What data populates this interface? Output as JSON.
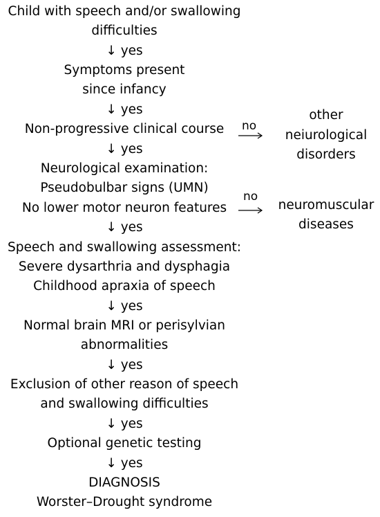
{
  "steps": [
    {
      "lines": [
        "Child with speech and/or swallowing",
        "difficulties"
      ],
      "connector": "↓ yes"
    },
    {
      "lines": [
        "Symptoms present",
        "since infancy"
      ],
      "connector": "↓ yes"
    },
    {
      "lines": [
        "Non-progressive clinical course"
      ],
      "connector": "↓ yes"
    },
    {
      "lines": [
        "Neurological examination:",
        "Pseudobulbar signs (UMN)",
        "No lower motor neuron features"
      ],
      "connector": "↓ yes"
    },
    {
      "lines": [
        "Speech and swallowing assessment:",
        "Severe dysarthria and dysphagia",
        "Childhood apraxia of speech"
      ],
      "connector": "↓ yes"
    },
    {
      "lines": [
        "Normal brain MRI or perisylvian",
        "abnormalities"
      ],
      "connector": "↓ yes"
    },
    {
      "lines": [
        "Exclusion of other reason of speech",
        "and swallowing difficulties"
      ],
      "connector": "↓ yes"
    },
    {
      "lines": [
        "Optional genetic testing"
      ],
      "connector": "↓ yes"
    },
    {
      "lines": [
        "DIAGNOSIS",
        "Worster–Drought syndrome"
      ]
    }
  ],
  "branches": [
    {
      "label": "no",
      "target": [
        "other",
        "neiurological",
        "disorders"
      ]
    },
    {
      "label": "no",
      "target": [
        "neuromuscular",
        "diseases"
      ]
    }
  ]
}
